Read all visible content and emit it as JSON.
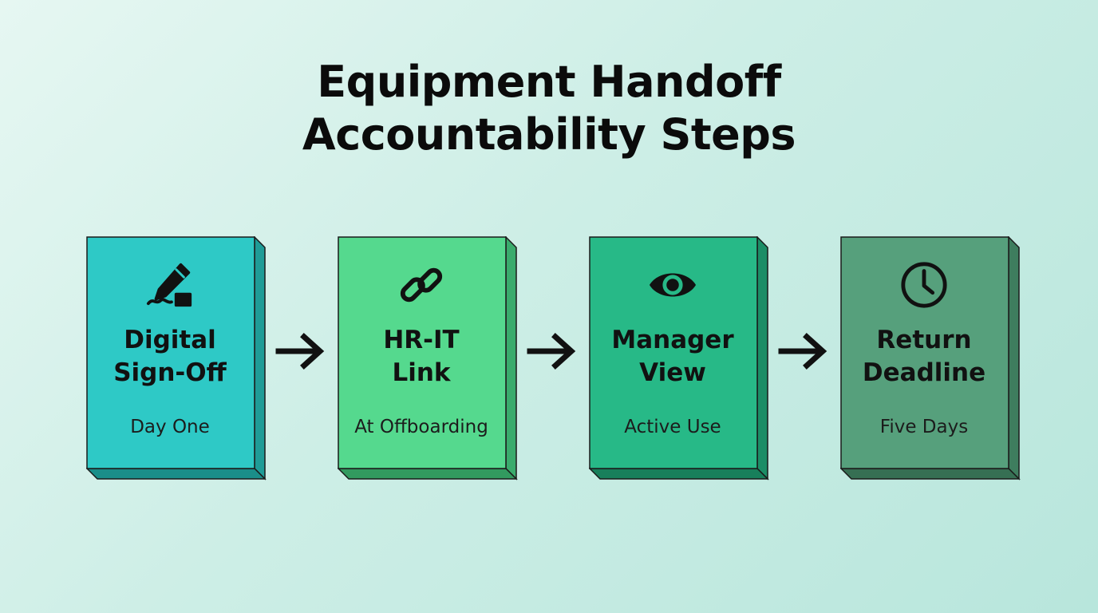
{
  "title": {
    "line1": "Equipment Handoff",
    "line2": "Accountability Steps"
  },
  "steps": [
    {
      "label_line1": "Digital",
      "label_line2": "Sign-Off",
      "subtitle": "Day One",
      "icon": "signature-pen-icon",
      "color": "#2ec9c6",
      "side_color": "#1f9c97",
      "bottom_color": "#1a8e89"
    },
    {
      "label_line1": "HR-IT",
      "label_line2": "Link",
      "subtitle": "At Offboarding",
      "icon": "chain-link-icon",
      "color": "#55d98e",
      "side_color": "#3aab6c",
      "bottom_color": "#329a5f"
    },
    {
      "label_line1": "Manager",
      "label_line2": "View",
      "subtitle": "Active Use",
      "icon": "eye-icon",
      "color": "#27b987",
      "side_color": "#1c8d66",
      "bottom_color": "#187f5b"
    },
    {
      "label_line1": "Return",
      "label_line2": "Deadline",
      "subtitle": "Five Days",
      "icon": "clock-icon",
      "color": "#56a07c",
      "side_color": "#3e7d5e",
      "bottom_color": "#366f53"
    }
  ]
}
